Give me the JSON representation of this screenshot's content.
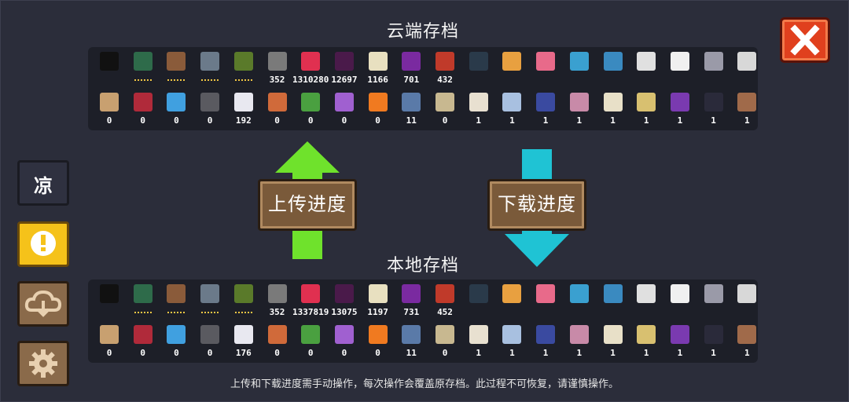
{
  "cloud_title": "云端存档",
  "local_title": "本地存档",
  "upload_label": "上传进度",
  "download_label": "下载进度",
  "side_tab_label": "凉",
  "footer_note": "上传和下载进度需手动操作，每次操作会覆盖原存档。此过程不可恢复，请谨慎操作。",
  "colors": {
    "upload_arrow": "#6fe22c",
    "download_arrow": "#1fc3d4",
    "alert": "#f5c21a",
    "close": "#e0401e",
    "button_wood": "#7a5a3a"
  },
  "cloud": {
    "row1": [
      {
        "icon": "shadow-creature-icon",
        "color": "#111111",
        "value": ""
      },
      {
        "icon": "green-tablet-icon",
        "color": "#2e6b4a",
        "value": "......"
      },
      {
        "icon": "brown-boot-icon",
        "color": "#8a5b3a",
        "value": "......"
      },
      {
        "icon": "round-pot-icon",
        "color": "#6b7a8a",
        "value": "......"
      },
      {
        "icon": "potted-plant-icon",
        "color": "#5a7a2a",
        "value": "......"
      },
      {
        "icon": "gun-part-icon",
        "color": "#7a7a7a",
        "value": "352"
      },
      {
        "icon": "red-gem-icon",
        "color": "#e03050",
        "value": "1310280"
      },
      {
        "icon": "purple-beast-icon",
        "color": "#4a1a4a",
        "value": "12697"
      },
      {
        "icon": "card-icon",
        "color": "#e8e0c0",
        "value": "1166"
      },
      {
        "icon": "purple-mask-icon",
        "color": "#7a2aa0",
        "value": "701"
      },
      {
        "icon": "red-mask-icon",
        "color": "#c03a2a",
        "value": "432"
      },
      {
        "icon": "black-cat-icon",
        "color": "#2a3a4a",
        "value": ""
      },
      {
        "icon": "orange-cat-icon",
        "color": "#e8a040",
        "value": ""
      },
      {
        "icon": "pink-pig-icon",
        "color": "#e86a8a",
        "value": ""
      },
      {
        "icon": "blue-slime-icon",
        "color": "#3aa0d0",
        "value": ""
      },
      {
        "icon": "robot-icon",
        "color": "#3a8ac0",
        "value": ""
      },
      {
        "icon": "white-dog-icon",
        "color": "#e0e0e0",
        "value": ""
      },
      {
        "icon": "white-rabbit-icon",
        "color": "#f0f0f0",
        "value": ""
      },
      {
        "icon": "mech-icon",
        "color": "#9a9aa8",
        "value": ""
      },
      {
        "icon": "tap-sign-icon",
        "color": "#d8d8d8",
        "value": ""
      }
    ],
    "row2": [
      {
        "icon": "map-scroll-icon",
        "color": "#c8a070",
        "value": "0"
      },
      {
        "icon": "red-book-icon",
        "color": "#b02a3a",
        "value": "0"
      },
      {
        "icon": "blue-feather-icon",
        "color": "#40a0e0",
        "value": "0"
      },
      {
        "icon": "dark-stone-icon",
        "color": "#5a5a60",
        "value": "0"
      },
      {
        "icon": "white-feather-icon",
        "color": "#e8e8f0",
        "value": "192"
      },
      {
        "icon": "bottle-icon",
        "color": "#d06a3a",
        "value": "0"
      },
      {
        "icon": "green-block-icon",
        "color": "#4aa040",
        "value": "0"
      },
      {
        "icon": "crystal-plant-icon",
        "color": "#a060d0",
        "value": "0"
      },
      {
        "icon": "carrot-icon",
        "color": "#f07a20",
        "value": "0"
      },
      {
        "icon": "gear-orb-icon",
        "color": "#5a7aa8",
        "value": "11"
      },
      {
        "icon": "parchment-icon",
        "color": "#c8b890",
        "value": "0"
      },
      {
        "icon": "tile-white-icon",
        "color": "#e8e0d0",
        "value": "1"
      },
      {
        "icon": "tile-blue-icon",
        "color": "#a8c0e0",
        "value": "1"
      },
      {
        "icon": "tile-navy-icon",
        "color": "#3a4aa0",
        "value": "1"
      },
      {
        "icon": "tile-pink-icon",
        "color": "#c88aa8",
        "value": "1"
      },
      {
        "icon": "tile-cream-icon",
        "color": "#e8e0c8",
        "value": "1"
      },
      {
        "icon": "tile-gold-icon",
        "color": "#d8c070",
        "value": "1"
      },
      {
        "icon": "tile-purple-icon",
        "color": "#7a3ab0",
        "value": "1"
      },
      {
        "icon": "tile-dark-icon",
        "color": "#2a2a3a",
        "value": "1"
      },
      {
        "icon": "tile-brown-icon",
        "color": "#a06a4a",
        "value": "1"
      }
    ]
  },
  "local": {
    "row1": [
      {
        "icon": "shadow-creature-icon",
        "color": "#111111",
        "value": ""
      },
      {
        "icon": "green-tablet-icon",
        "color": "#2e6b4a",
        "value": "......"
      },
      {
        "icon": "brown-boot-icon",
        "color": "#8a5b3a",
        "value": "......"
      },
      {
        "icon": "round-pot-icon",
        "color": "#6b7a8a",
        "value": "......"
      },
      {
        "icon": "potted-plant-icon",
        "color": "#5a7a2a",
        "value": "......"
      },
      {
        "icon": "gun-part-icon",
        "color": "#7a7a7a",
        "value": "352"
      },
      {
        "icon": "red-gem-icon",
        "color": "#e03050",
        "value": "1337819"
      },
      {
        "icon": "purple-beast-icon",
        "color": "#4a1a4a",
        "value": "13075"
      },
      {
        "icon": "card-icon",
        "color": "#e8e0c0",
        "value": "1197"
      },
      {
        "icon": "purple-mask-icon",
        "color": "#7a2aa0",
        "value": "731"
      },
      {
        "icon": "red-mask-icon",
        "color": "#c03a2a",
        "value": "452"
      },
      {
        "icon": "black-cat-icon",
        "color": "#2a3a4a",
        "value": ""
      },
      {
        "icon": "orange-cat-icon",
        "color": "#e8a040",
        "value": ""
      },
      {
        "icon": "pink-pig-icon",
        "color": "#e86a8a",
        "value": ""
      },
      {
        "icon": "blue-slime-icon",
        "color": "#3aa0d0",
        "value": ""
      },
      {
        "icon": "robot-icon",
        "color": "#3a8ac0",
        "value": ""
      },
      {
        "icon": "white-dog-icon",
        "color": "#e0e0e0",
        "value": ""
      },
      {
        "icon": "white-rabbit-icon",
        "color": "#f0f0f0",
        "value": ""
      },
      {
        "icon": "mech-icon",
        "color": "#9a9aa8",
        "value": ""
      },
      {
        "icon": "tap-sign-icon",
        "color": "#d8d8d8",
        "value": ""
      }
    ],
    "row2": [
      {
        "icon": "map-scroll-icon",
        "color": "#c8a070",
        "value": "0"
      },
      {
        "icon": "red-book-icon",
        "color": "#b02a3a",
        "value": "0"
      },
      {
        "icon": "blue-feather-icon",
        "color": "#40a0e0",
        "value": "0"
      },
      {
        "icon": "dark-stone-icon",
        "color": "#5a5a60",
        "value": "0"
      },
      {
        "icon": "white-feather-icon",
        "color": "#e8e8f0",
        "value": "176"
      },
      {
        "icon": "bottle-icon",
        "color": "#d06a3a",
        "value": "0"
      },
      {
        "icon": "green-block-icon",
        "color": "#4aa040",
        "value": "0"
      },
      {
        "icon": "crystal-plant-icon",
        "color": "#a060d0",
        "value": "0"
      },
      {
        "icon": "carrot-icon",
        "color": "#f07a20",
        "value": "0"
      },
      {
        "icon": "gear-orb-icon",
        "color": "#5a7aa8",
        "value": "11"
      },
      {
        "icon": "parchment-icon",
        "color": "#c8b890",
        "value": "0"
      },
      {
        "icon": "tile-white-icon",
        "color": "#e8e0d0",
        "value": "1"
      },
      {
        "icon": "tile-blue-icon",
        "color": "#a8c0e0",
        "value": "1"
      },
      {
        "icon": "tile-navy-icon",
        "color": "#3a4aa0",
        "value": "1"
      },
      {
        "icon": "tile-pink-icon",
        "color": "#c88aa8",
        "value": "1"
      },
      {
        "icon": "tile-cream-icon",
        "color": "#e8e0c8",
        "value": "1"
      },
      {
        "icon": "tile-gold-icon",
        "color": "#d8c070",
        "value": "1"
      },
      {
        "icon": "tile-purple-icon",
        "color": "#7a3ab0",
        "value": "1"
      },
      {
        "icon": "tile-dark-icon",
        "color": "#2a2a3a",
        "value": "1"
      },
      {
        "icon": "tile-brown-icon",
        "color": "#a06a4a",
        "value": "1"
      }
    ]
  }
}
